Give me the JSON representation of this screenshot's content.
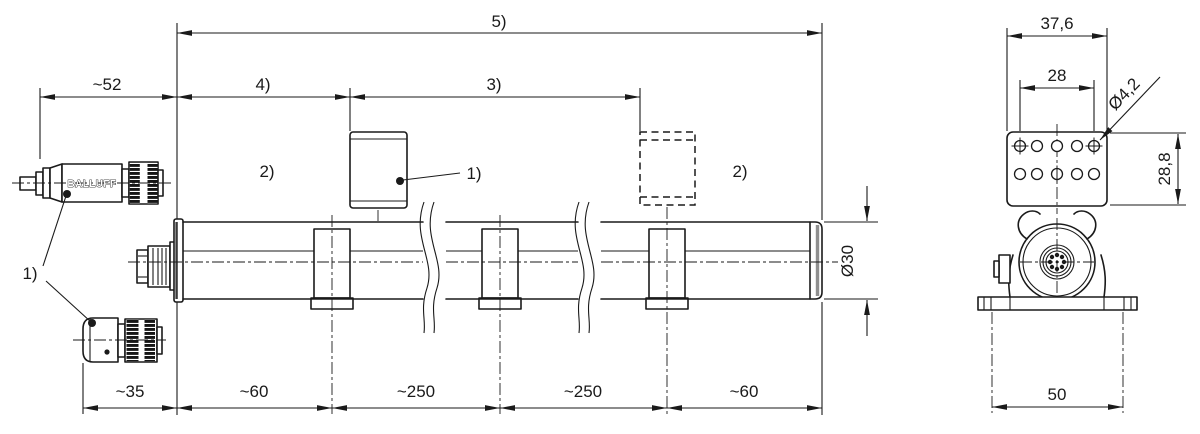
{
  "drawing": {
    "brand_label": "BALLUFF",
    "callouts": {
      "connectors": "1)",
      "magnet": "1)",
      "zone_left": "2)",
      "zone_right": "2)"
    },
    "dims": {
      "top_total": "5)",
      "cable_clearance": "~52",
      "left_zone": "4)",
      "measuring_range": "3)",
      "connector_length": "~35",
      "end_left": "~60",
      "span_1": "~250",
      "span_2": "~250",
      "end_right": "~60",
      "tube_diameter": "Ø30"
    },
    "end_view": {
      "bracket_width": "37,6",
      "hole_spacing": "28",
      "hole_diameter": "Ø4,2",
      "bracket_height": "28,8",
      "foot_hole_spacing": "50"
    }
  }
}
